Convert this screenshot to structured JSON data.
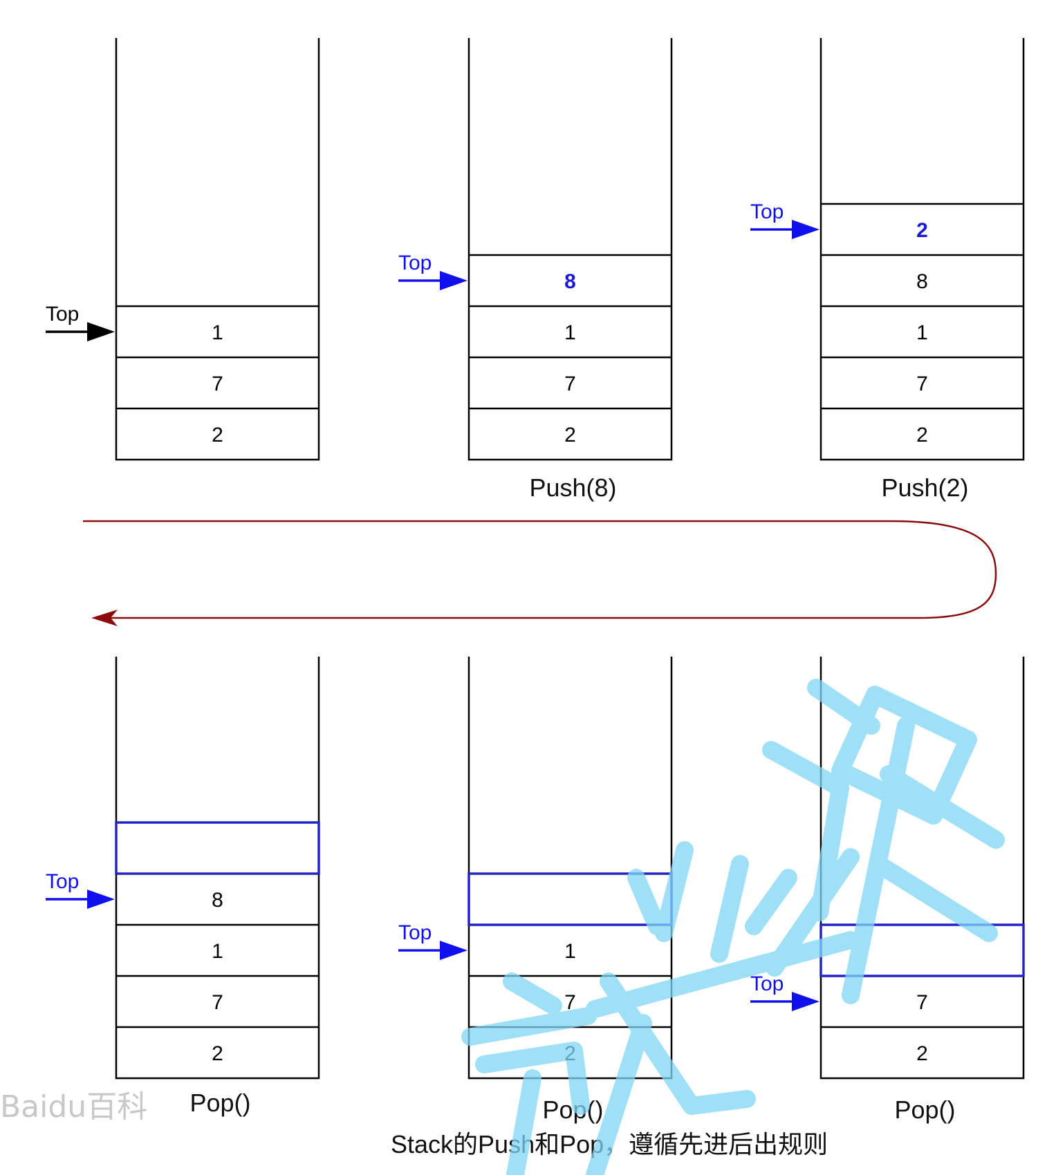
{
  "colors": {
    "stack_line": "#000000",
    "top_arrow_black": "#000000",
    "top_arrow_blue": "#1010ee",
    "highlight_value": "#1a1ad6",
    "popped_slot_border": "#2323c8",
    "flow_arrow": "#8b0a0a",
    "watermark": "#7fd6f5"
  },
  "pointer_label": "Top",
  "stacks": [
    {
      "id": "initial",
      "operation": "",
      "values": [
        "1",
        "7",
        "2"
      ],
      "highlight": "",
      "popped_slot": false,
      "arrow_color": "black"
    },
    {
      "id": "push-8",
      "operation": "Push(8)",
      "values": [
        "8",
        "1",
        "7",
        "2"
      ],
      "highlight": "8",
      "popped_slot": false,
      "arrow_color": "blue"
    },
    {
      "id": "push-2",
      "operation": "Push(2)",
      "values": [
        "2",
        "8",
        "1",
        "7",
        "2"
      ],
      "highlight": "2",
      "popped_slot": false,
      "arrow_color": "blue"
    },
    {
      "id": "pop-1",
      "operation": "Pop()",
      "values": [
        "8",
        "1",
        "7",
        "2"
      ],
      "highlight": "",
      "popped_slot": true,
      "arrow_color": "blue"
    },
    {
      "id": "pop-2",
      "operation": "Pop()",
      "values": [
        "1",
        "7",
        "2"
      ],
      "highlight": "",
      "popped_slot": true,
      "arrow_color": "blue"
    },
    {
      "id": "pop-3",
      "operation": "Pop()",
      "values": [
        "7",
        "2"
      ],
      "highlight": "",
      "popped_slot": true,
      "arrow_color": "blue"
    }
  ],
  "caption": "Stack的Push和Pop，遵循先进后出规则",
  "watermark_baidu": "Baidu百科",
  "watermark_overlay": "就业课"
}
